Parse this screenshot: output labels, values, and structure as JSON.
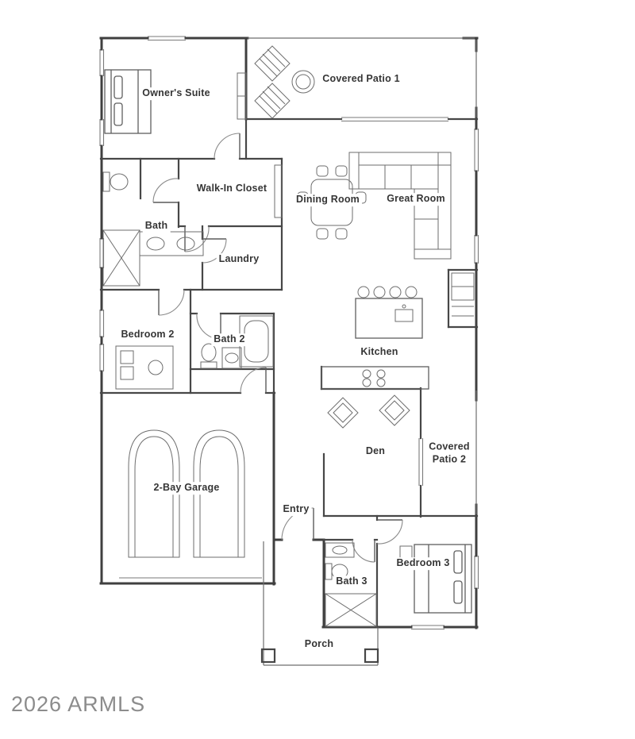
{
  "watermark": {
    "text": "2026 ARMLS"
  },
  "colors": {
    "wall": "#3f3f3f",
    "furniture_line": "#5f5f5f",
    "watermark_gray": "#8c8c8c",
    "background": "#ffffff"
  },
  "rooms": {
    "owners_suite": {
      "label": "Owner's Suite"
    },
    "covered_patio_1": {
      "label": "Covered Patio 1"
    },
    "walk_in_closet": {
      "label": "Walk-In Closet"
    },
    "dining_room": {
      "label": "Dining Room"
    },
    "great_room": {
      "label": "Great Room"
    },
    "bath": {
      "label": "Bath"
    },
    "laundry": {
      "label": "Laundry"
    },
    "bedroom_2": {
      "label": "Bedroom 2"
    },
    "bath_2": {
      "label": "Bath 2"
    },
    "kitchen": {
      "label": "Kitchen"
    },
    "garage": {
      "label": "2-Bay Garage"
    },
    "den": {
      "label": "Den"
    },
    "covered_patio_2": {
      "label": "Covered\nPatio 2"
    },
    "entry": {
      "label": "Entry"
    },
    "bedroom_3": {
      "label": "Bedroom 3"
    },
    "bath_3": {
      "label": "Bath 3"
    },
    "porch": {
      "label": "Porch"
    }
  }
}
